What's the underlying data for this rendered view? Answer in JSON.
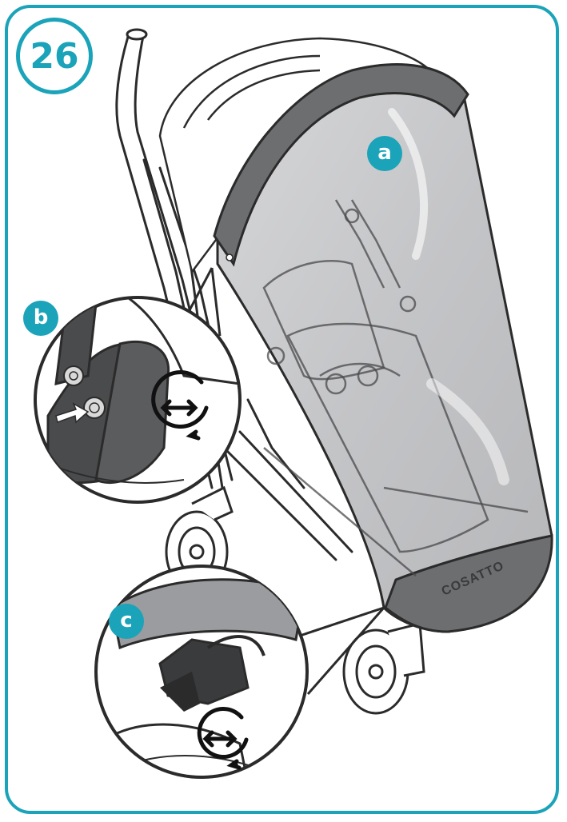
{
  "step": {
    "number": "26"
  },
  "callouts": {
    "a": "a",
    "b": "b",
    "c": "c"
  },
  "brand": {
    "logo_text": "COSATTO"
  },
  "colors": {
    "accent": "#1ba3b9",
    "cover_edge": "#6d6e70",
    "line": "#2b2b2b"
  },
  "icons": [
    "rotate-arrow-icon",
    "rotate-arrow-icon",
    "push-arrow-icon",
    "twist-arrow-icon"
  ]
}
